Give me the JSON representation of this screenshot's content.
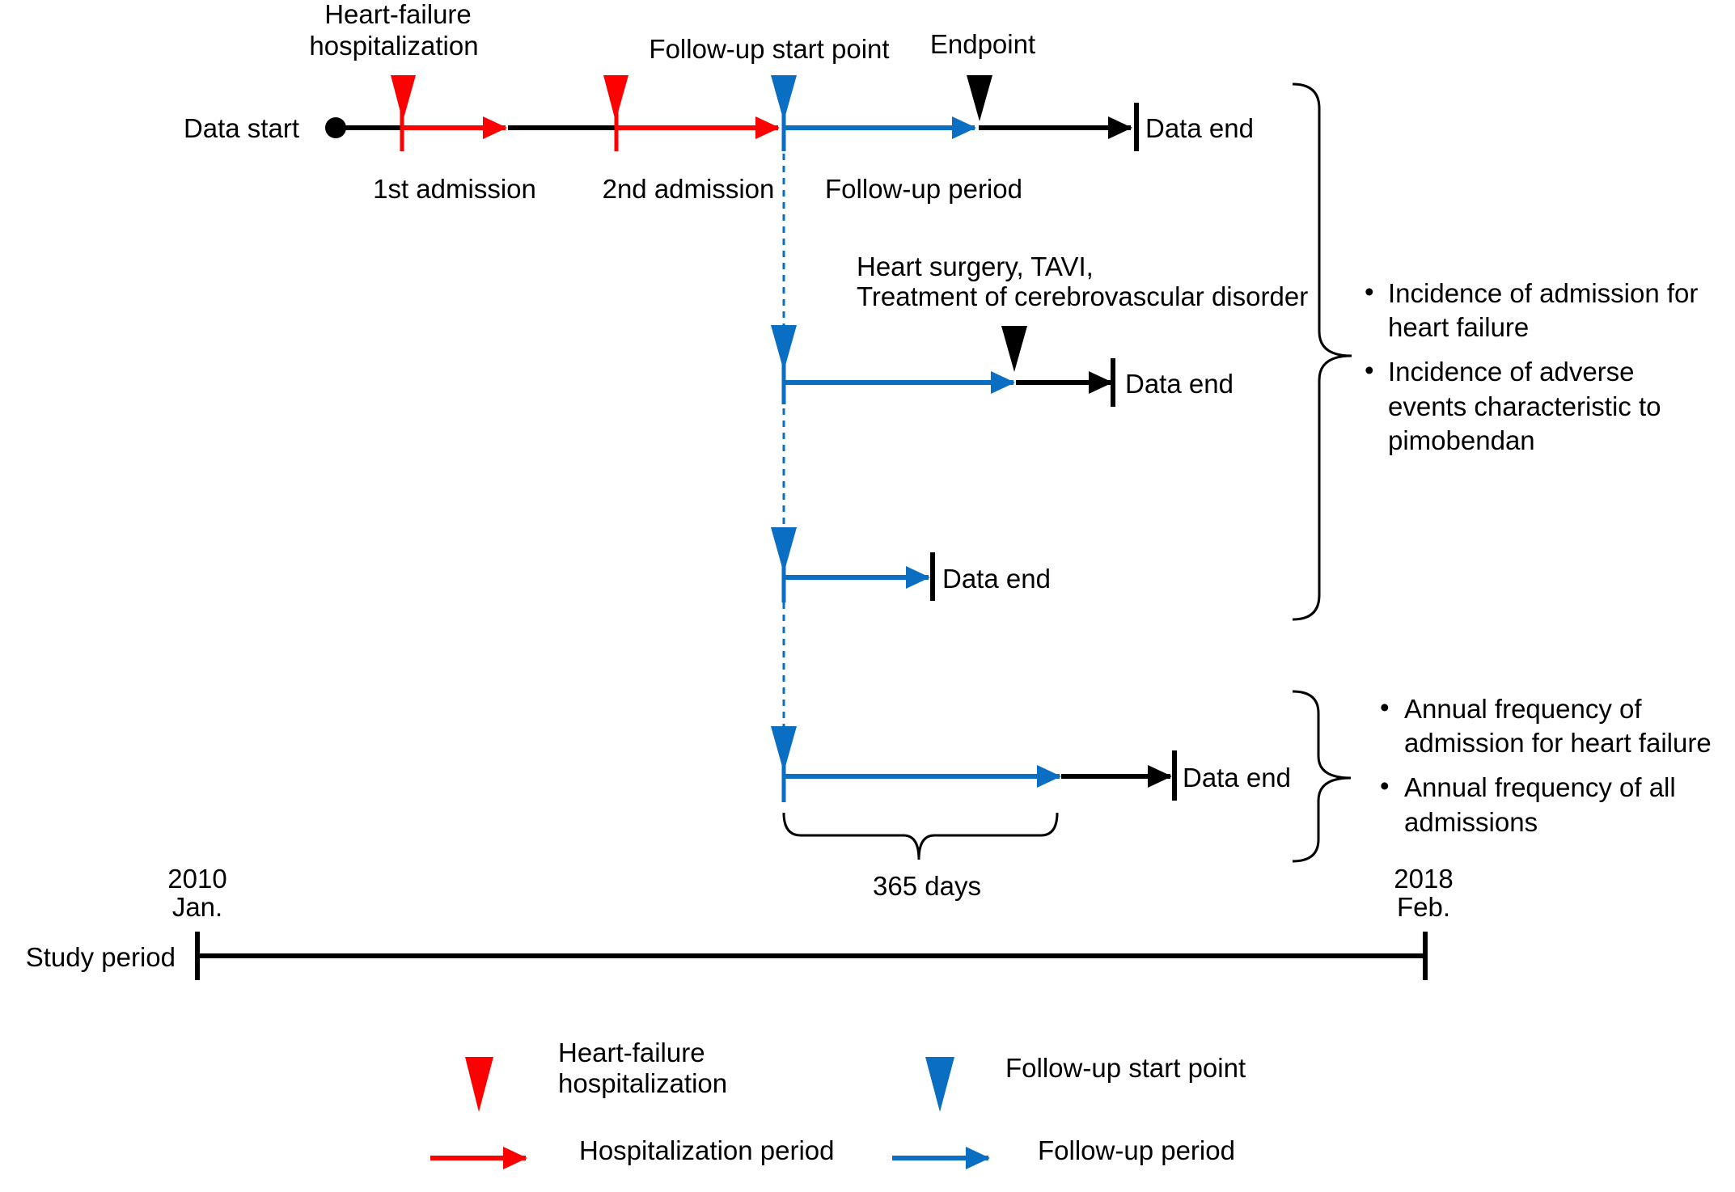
{
  "colors": {
    "hospitalization": "#ff0000",
    "follow_up": "#0a6fc2",
    "black": "#000000"
  },
  "icons": {
    "hospitalization_marker": "red-down-triangle",
    "follow_up_marker": "blue-down-triangle",
    "endpoint_marker": "black-down-triangle"
  },
  "top_labels": {
    "heart_failure_line1": "Heart-failure",
    "heart_failure_line2": "hospitalization",
    "follow_up_start": "Follow-up start point",
    "endpoint": "Endpoint"
  },
  "row1": {
    "data_start": "Data start",
    "first_admission": "1st admission",
    "second_admission": "2nd admission",
    "follow_up_period": "Follow-up period",
    "data_end": "Data end"
  },
  "row2": {
    "event_line1": "Heart surgery, TAVI,",
    "event_line2": "Treatment of cerebrovascular disorder",
    "data_end": "Data end"
  },
  "row3": {
    "data_end": "Data end"
  },
  "row4": {
    "data_end": "Data end",
    "span_label": "365 days"
  },
  "outcomes_group1": {
    "item1_line1": "Incidence of admission for",
    "item1_line2": "heart failure",
    "item2_line1": "Incidence of adverse",
    "item2_line2": "events characteristic to",
    "item2_line3": "pimobendan"
  },
  "outcomes_group2": {
    "item1_line1": "Annual frequency of",
    "item1_line2": "admission for heart failure",
    "item2_line1": "Annual frequency of all",
    "item2_line2": "admissions"
  },
  "bullet": "•",
  "study_period": {
    "label": "Study period",
    "start_year": "2010",
    "start_month": "Jan.",
    "end_year": "2018",
    "end_month": "Feb."
  },
  "legend": {
    "hf_line1": "Heart-failure",
    "hf_line2": "hospitalization",
    "follow_up_start": "Follow-up start point",
    "hospitalization_period": "Hospitalization period",
    "follow_up_period": "Follow-up period"
  }
}
